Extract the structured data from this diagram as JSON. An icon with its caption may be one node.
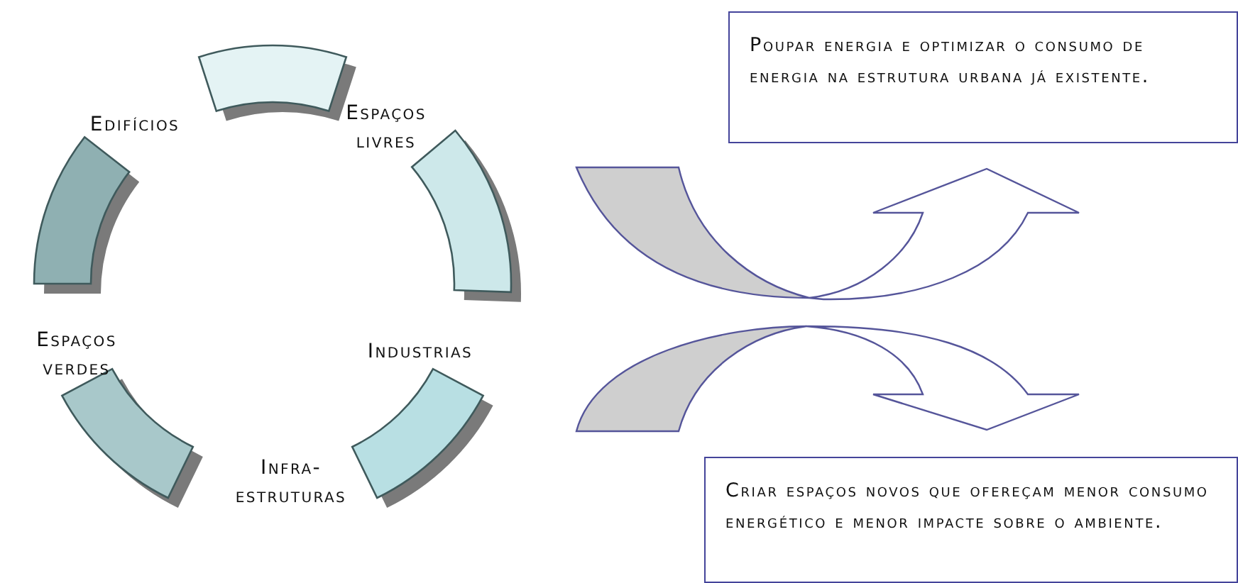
{
  "diagram": {
    "nodes": [
      {
        "text": [
          "Poupar energia e optimizar o consumo de energia na estrutura urbana já existente."
        ]
      },
      {
        "text": [
          "Criar espaços novos que ofereçam menor consumo energético e menor impacte sobre o ambiente."
        ]
      }
    ],
    "labels": [
      "Edifícios",
      "Espaços livres",
      "Industrias",
      "Espaços verdes",
      "Infra-estruturas"
    ]
  }
}
